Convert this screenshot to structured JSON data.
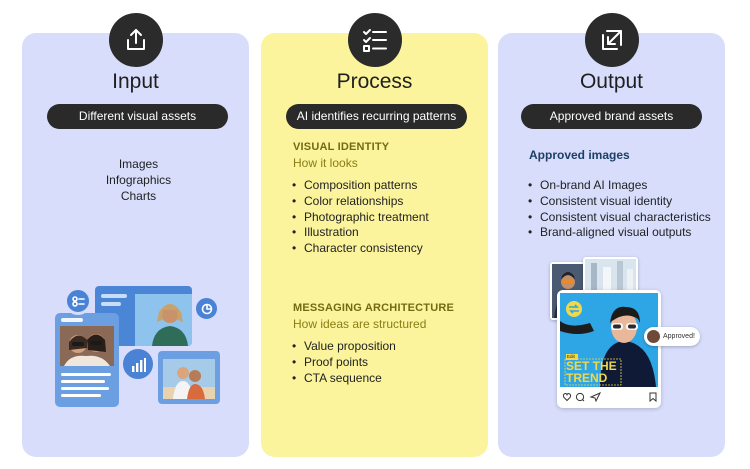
{
  "columns": {
    "input": {
      "icon": "upload-icon",
      "title": "Input",
      "pill": "Different visual assets",
      "items": [
        "Images",
        "Infographics",
        "Charts"
      ]
    },
    "process": {
      "icon": "checklist-icon",
      "title": "Process",
      "pill": "AI identifies recurring patterns",
      "visual_identity": {
        "heading": "VISUAL IDENTITY",
        "subheading": "How it looks",
        "items": [
          "Composition patterns",
          "Color relationships",
          "Photographic treatment",
          "Illustration",
          "Character consistency"
        ]
      },
      "messaging": {
        "heading": "MESSAGING ARCHITECTURE",
        "subheading": "How ideas are structured",
        "items": [
          "Value proposition",
          "Proof points",
          "CTA sequence"
        ]
      }
    },
    "output": {
      "icon": "export-arrow-icon",
      "title": "Output",
      "pill": "Approved brand assets",
      "heading": "Approved images",
      "items": [
        "On-brand AI Images",
        "Consistent visual identity",
        "Consistent visual characteristics",
        "Brand-aligned visual outputs"
      ],
      "mockup": {
        "tag": "Edit",
        "headline_line1": "SET THE",
        "headline_line2": "TREND",
        "approved_label": "Approved!"
      }
    }
  },
  "colors": {
    "panel_blue": "#d7ddfb",
    "panel_yellow": "#fbf49c",
    "dark": "#2b2b2b",
    "section_heading": "#756a12",
    "output_heading": "#1d3f66"
  }
}
